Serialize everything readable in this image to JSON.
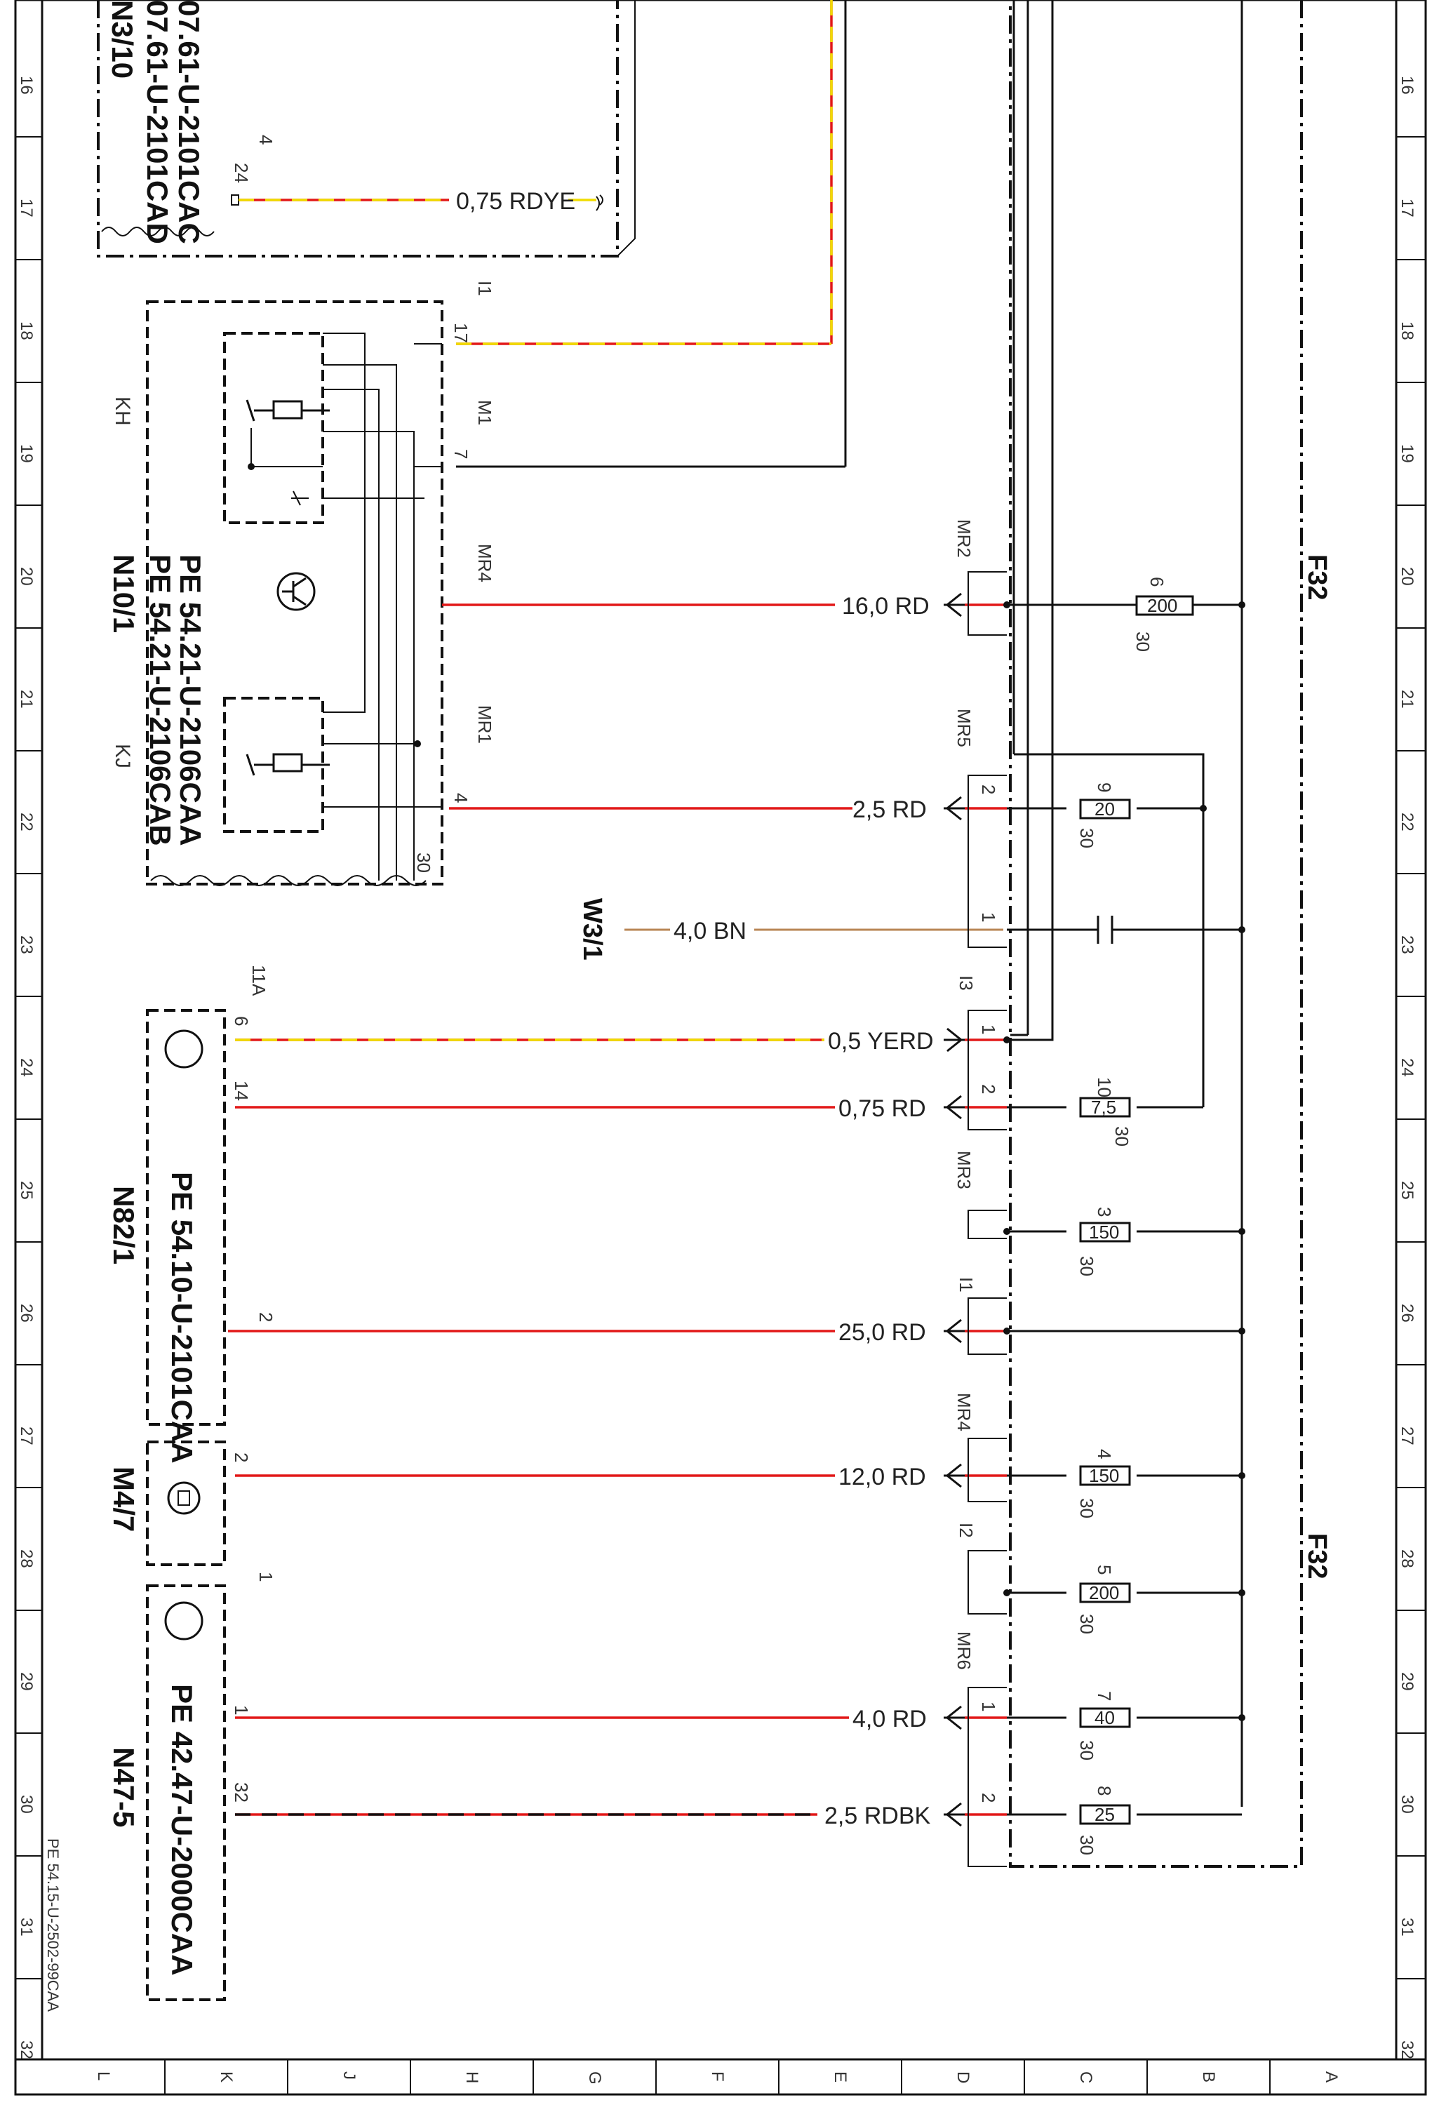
{
  "row_numbers": [
    "16",
    "17",
    "18",
    "19",
    "20",
    "21",
    "22",
    "23",
    "24",
    "25",
    "26",
    "27",
    "28",
    "29",
    "30",
    "31",
    "32"
  ],
  "col_letters": [
    "L",
    "K",
    "J",
    "H",
    "G",
    "F",
    "E",
    "D",
    "C",
    "B",
    "A"
  ],
  "components": {
    "n3_10": {
      "id": "N3/10",
      "part_a": "07.61-U-2101CAC",
      "part_b": "07.61-U-2101CAD"
    },
    "n10_1": {
      "id": "N10/1",
      "relay_kh": "KH",
      "relay_kj": "KJ",
      "part_a": "PE 54.21-U-2106CAA",
      "part_b": "PE 54.21-U-2106CAB"
    },
    "n82_1": {
      "id": "N82/1",
      "part": "PE 54.10-U-2101CAA"
    },
    "m4_7": {
      "id": "M4/7"
    },
    "n47_5": {
      "id": "N47-5",
      "part": "PE 42.47-U-2000CAA"
    },
    "w3_1": {
      "id": "W3/1"
    },
    "f32_top": {
      "id": "F32"
    },
    "f32_bottom": {
      "id": "F32"
    }
  },
  "connectors": [
    "I1",
    "M1",
    "MR4",
    "MR1",
    "11A",
    "MR2",
    "MR5",
    "I3",
    "MR3",
    "I1",
    "MR4",
    "I2",
    "MR6"
  ],
  "pins": [
    "4",
    "24",
    "17",
    "7",
    "4",
    "30",
    "6",
    "14",
    "2",
    "2",
    "1",
    "1",
    "32",
    "2",
    "1",
    "1",
    "2",
    "1",
    "2",
    "6",
    "30",
    "9",
    "30",
    "10",
    "30",
    "3",
    "30",
    "4",
    "30",
    "5",
    "30",
    "7",
    "30",
    "8",
    "30"
  ],
  "wires": [
    {
      "label": "0,75 RDYE"
    },
    {
      "label": "16,0 RD"
    },
    {
      "label": "2,5 RD"
    },
    {
      "label": "4,0 BN"
    },
    {
      "label": "0,5 YERD"
    },
    {
      "label": "0,75 RD"
    },
    {
      "label": "25,0 RD"
    },
    {
      "label": "12,0 RD"
    },
    {
      "label": "4,0 RD"
    },
    {
      "label": "2,5 RDBK"
    }
  ],
  "fuses": [
    "200",
    "20",
    "7,5",
    "150",
    "150",
    "200",
    "40",
    "25"
  ],
  "footer_code": "PE 54.15-U-2502-99CAA"
}
